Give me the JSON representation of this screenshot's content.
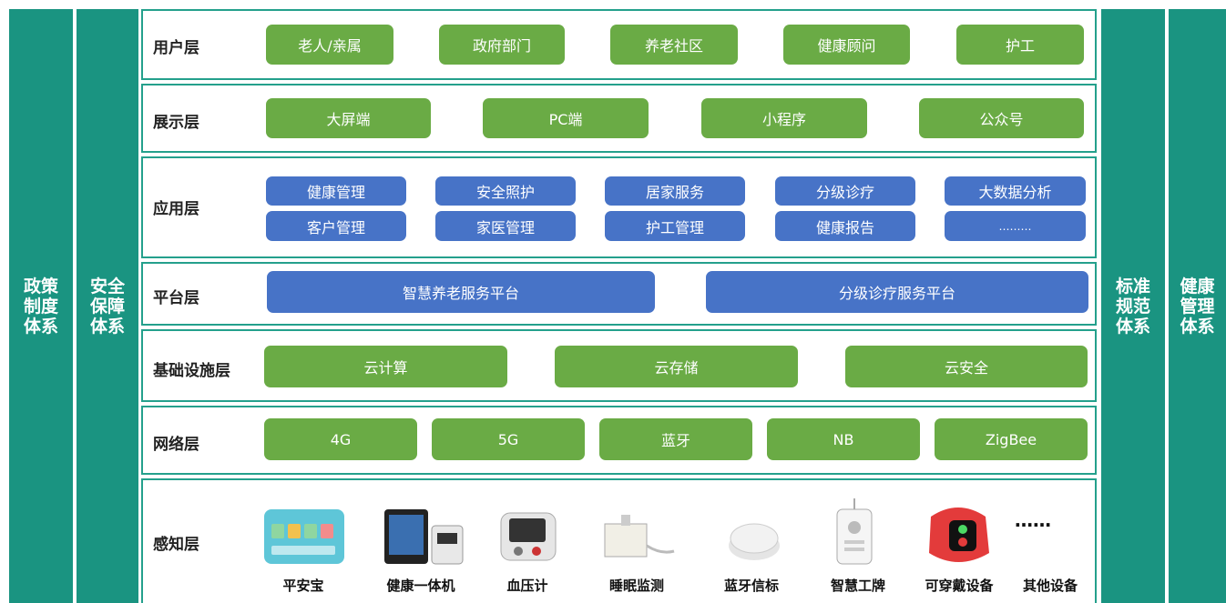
{
  "side_panels": {
    "left_1": "政策\n制度\n体系",
    "left_2": "安全\n保障\n体系",
    "right_1": "标准\n规范\n体系",
    "right_2": "健康\n管理\n体系"
  },
  "layers": {
    "user": {
      "title": "用户层",
      "items": [
        "老人/亲属",
        "政府部门",
        "养老社区",
        "健康顾问",
        "护工"
      ]
    },
    "display": {
      "title": "展示层",
      "items": [
        "大屏端",
        "PC端",
        "小程序",
        "公众号"
      ]
    },
    "application": {
      "title": "应用层",
      "row1": [
        "健康管理",
        "安全照护",
        "居家服务",
        "分级诊疗",
        "大数据分析"
      ],
      "row2": [
        "客户管理",
        "家医管理",
        "护工管理",
        "健康报告",
        "………"
      ]
    },
    "platform": {
      "title": "平台层",
      "items": [
        "智慧养老服务平台",
        "分级诊疗服务平台"
      ]
    },
    "infrastructure": {
      "title": "基础设施层",
      "items": [
        "云计算",
        "云存储",
        "云安全"
      ]
    },
    "network": {
      "title": "网络层",
      "items": [
        "4G",
        "5G",
        "蓝牙",
        "NB",
        "ZigBee"
      ]
    },
    "perception": {
      "title": "感知层",
      "devices": [
        "平安宝",
        "健康一体机",
        "血压计",
        "睡眠监测",
        "蓝牙信标",
        "智慧工牌",
        "可穿戴设备",
        "其他设备"
      ],
      "more_dots": "……"
    }
  },
  "colors": {
    "teal": "#1a9481",
    "green": "#6aab45",
    "blue": "#4773c7"
  }
}
